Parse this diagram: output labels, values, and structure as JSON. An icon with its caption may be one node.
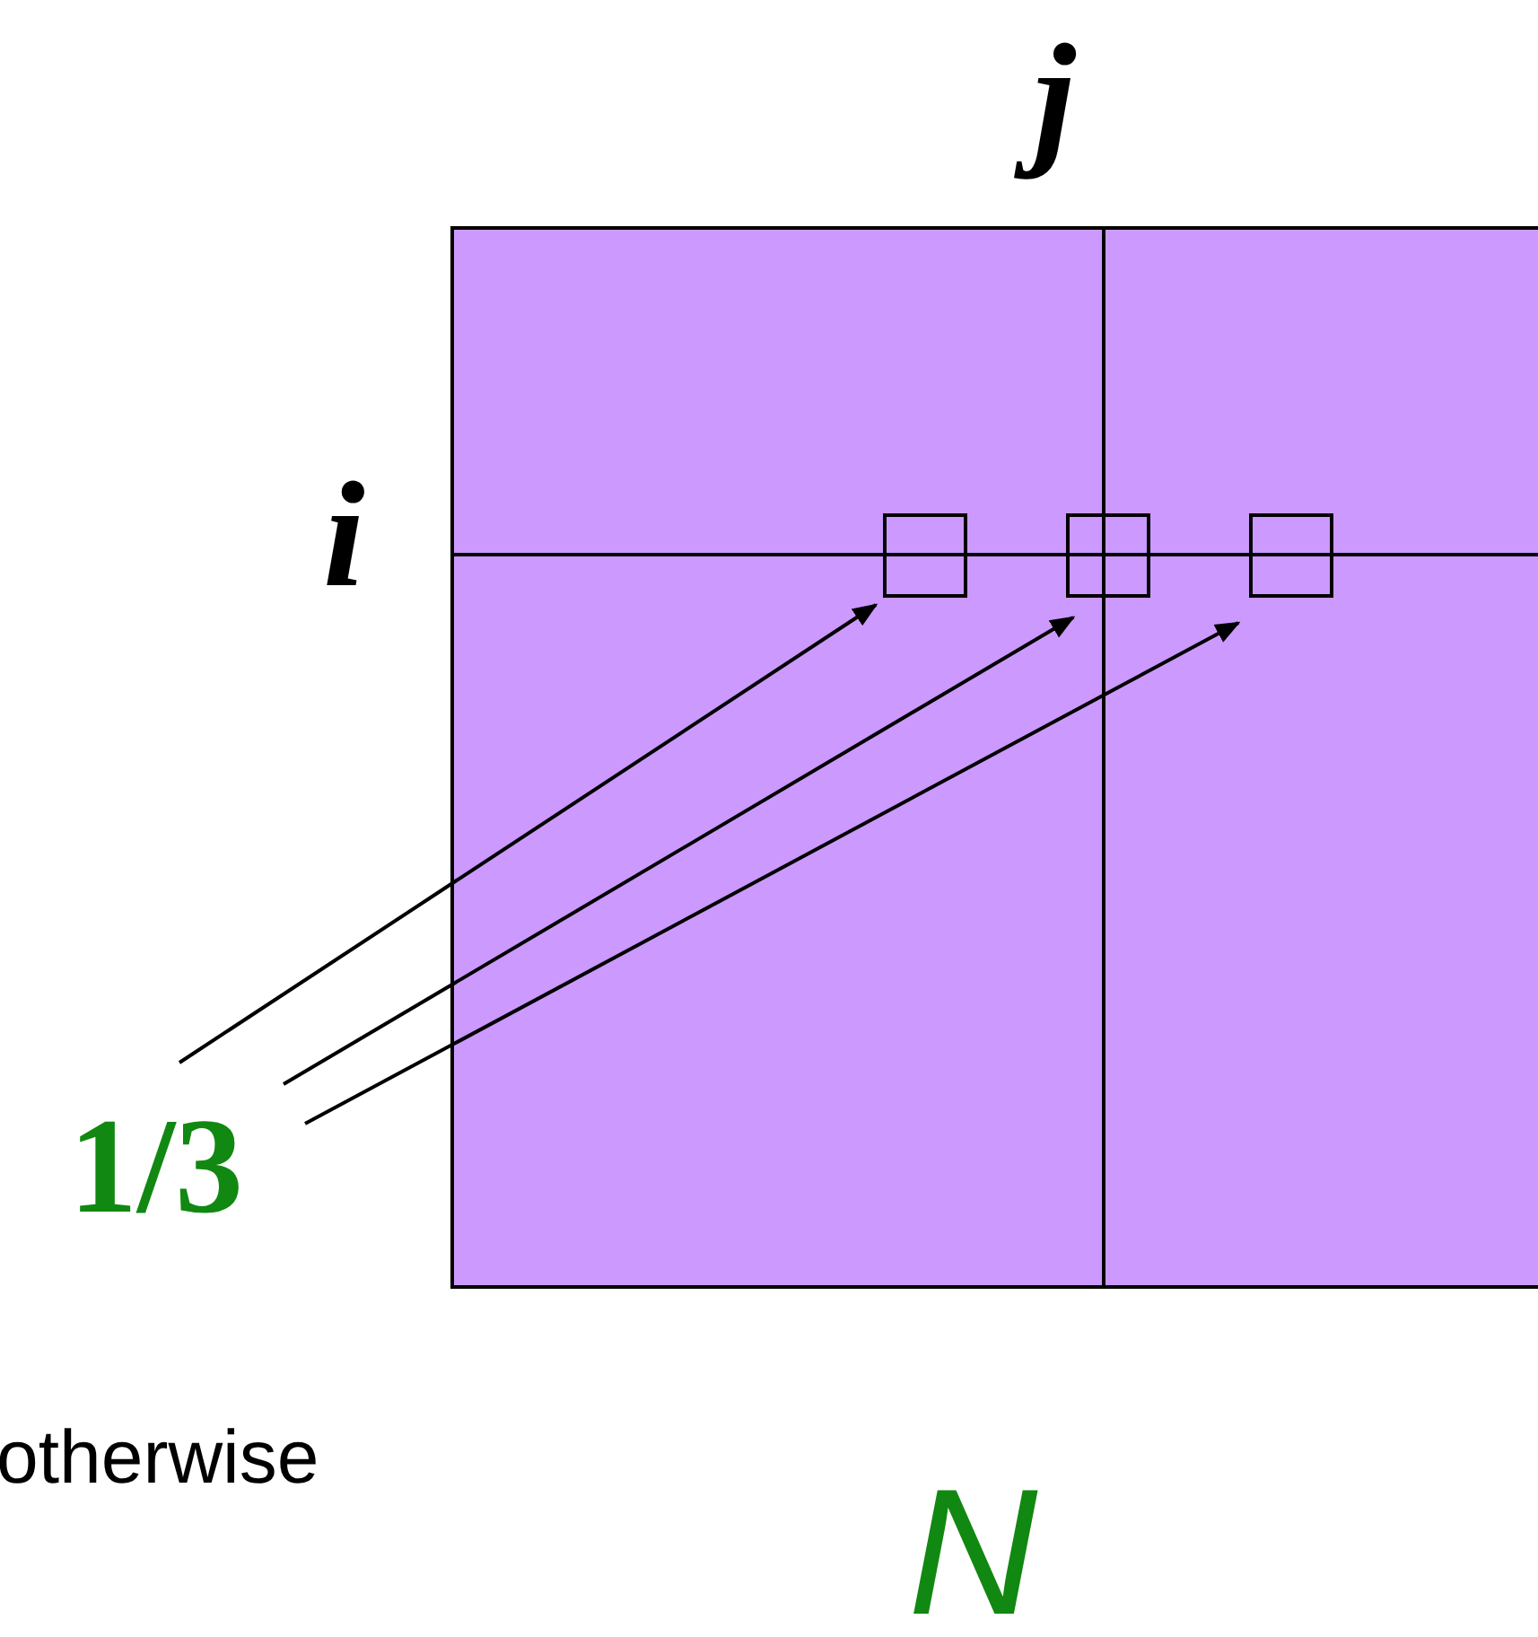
{
  "diagram": {
    "nodes": [
      {
        "text": [],
        "shape": "box"
      },
      {
        "text": [
          "1/3"
        ]
      },
      {
        "text": [],
        "shape": "box",
        "in": 0
      },
      {
        "text": [],
        "shape": "box",
        "in": 0
      },
      {
        "text": [],
        "shape": "box",
        "in": 0
      }
    ],
    "edges": [
      {
        "from": 1,
        "to": 2,
        "arrow": "to"
      },
      {
        "from": 1,
        "to": 3,
        "arrow": "to"
      },
      {
        "from": 1,
        "to": 4,
        "arrow": "to"
      }
    ],
    "labels": [
      "j",
      "i",
      "otherwise",
      "N"
    ]
  }
}
